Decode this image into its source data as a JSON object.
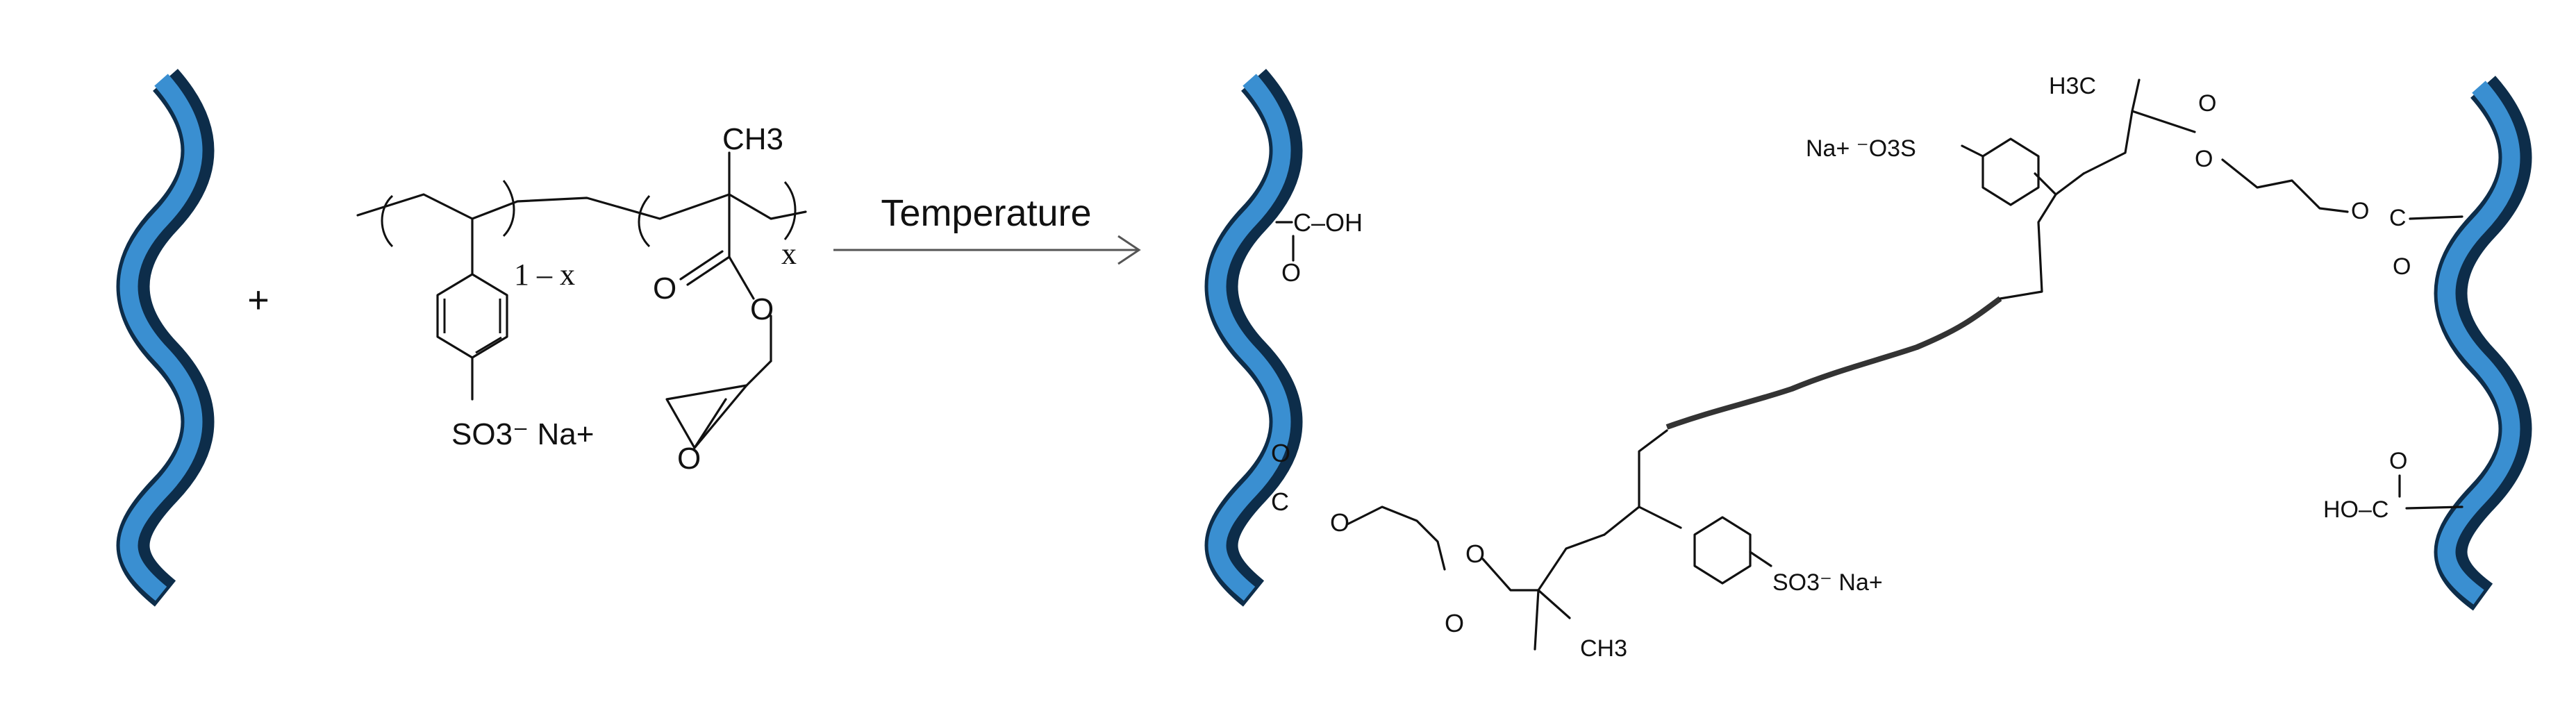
{
  "reaction": {
    "plus_sign": "+",
    "arrow_label": "Temperature"
  },
  "monomer": {
    "ch3": "CH3",
    "repeat_1_subscript": "1 – x",
    "repeat_2_subscript": "x",
    "so3_na": "SO3⁻ Na+",
    "o_ester": "O",
    "o_carbonyl": "O",
    "o_epoxide": "O"
  },
  "product": {
    "cooh_top_left": "C–OH",
    "cooh_top_left_o": "O",
    "ester_left_o": "O",
    "ester_left_c": "C",
    "ester_left_o2": "O",
    "ester_left_o3": "O",
    "ester_left_o4": "O",
    "ch3_bottom": "CH3",
    "so3na_bottom": "SO3⁻ Na+",
    "na_so3_top": "Na+ ⁻O3S",
    "h3c_top": "H3C",
    "ester_top_o": "O",
    "ester_top_o2": "O",
    "ester_right_o": "O",
    "ester_right_c": "C",
    "ester_right_o2": "O",
    "hooc_right": "HO–C",
    "hooc_right_o": "O"
  },
  "colors": {
    "fiber_light": "#3a8fd1",
    "fiber_dark": "#0d2d4a",
    "ink": "#111111",
    "arrow": "#555555"
  }
}
